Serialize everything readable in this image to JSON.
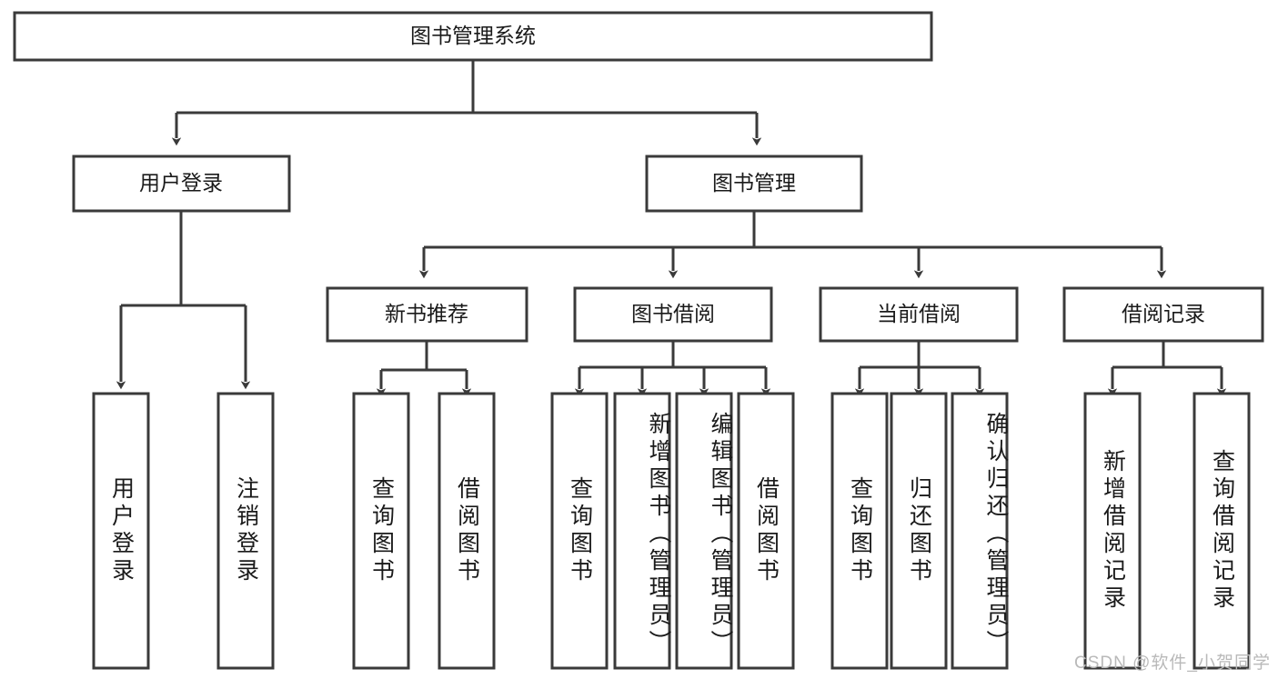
{
  "diagram": {
    "title": "图书管理系统",
    "watermark": "CSDN @软件_小贺同学",
    "stroke_color": "#3a3a3a",
    "text_color": "#1a1a1a",
    "background_color": "#ffffff",
    "root": {
      "label": "图书管理系统"
    },
    "level2": [
      {
        "label": "用户登录"
      },
      {
        "label": "图书管理"
      }
    ],
    "level3": [
      {
        "label": "新书推荐"
      },
      {
        "label": "图书借阅"
      },
      {
        "label": "当前借阅"
      },
      {
        "label": "借阅记录"
      }
    ],
    "leaves": {
      "user_login": [
        {
          "label": "用户登录"
        },
        {
          "label": "注销登录"
        }
      ],
      "new_book_recommend": [
        {
          "label": "查询图书"
        },
        {
          "label": "借阅图书"
        }
      ],
      "book_borrow": [
        {
          "label": "查询图书"
        },
        {
          "label": "新增图书（管理员）"
        },
        {
          "label": "编辑图书（管理员）"
        },
        {
          "label": "借阅图书"
        }
      ],
      "current_borrow": [
        {
          "label": "查询图书"
        },
        {
          "label": "归还图书"
        },
        {
          "label": "确认归还（管理员）"
        }
      ],
      "borrow_record": [
        {
          "label": "新增借阅记录"
        },
        {
          "label": "查询借阅记录"
        }
      ]
    }
  },
  "chart_data": {
    "type": "tree-diagram",
    "title": "图书管理系统",
    "orientation": "top-down",
    "nodes": [
      {
        "id": "root",
        "label": "图书管理系统",
        "level": 1,
        "parent": null
      },
      {
        "id": "user-login",
        "label": "用户登录",
        "level": 2,
        "parent": "root"
      },
      {
        "id": "book-manage",
        "label": "图书管理",
        "level": 2,
        "parent": "root"
      },
      {
        "id": "new-book",
        "label": "新书推荐",
        "level": 3,
        "parent": "book-manage"
      },
      {
        "id": "book-borrow",
        "label": "图书借阅",
        "level": 3,
        "parent": "book-manage"
      },
      {
        "id": "current-borrow",
        "label": "当前借阅",
        "level": 3,
        "parent": "book-manage"
      },
      {
        "id": "borrow-record",
        "label": "借阅记录",
        "level": 3,
        "parent": "book-manage"
      },
      {
        "id": "leaf-user-login",
        "label": "用户登录",
        "level": 3,
        "parent": "user-login"
      },
      {
        "id": "leaf-logout",
        "label": "注销登录",
        "level": 3,
        "parent": "user-login"
      },
      {
        "id": "leaf-nb-query",
        "label": "查询图书",
        "level": 4,
        "parent": "new-book"
      },
      {
        "id": "leaf-nb-borrow",
        "label": "借阅图书",
        "level": 4,
        "parent": "new-book"
      },
      {
        "id": "leaf-bb-query",
        "label": "查询图书",
        "level": 4,
        "parent": "book-borrow"
      },
      {
        "id": "leaf-bb-add",
        "label": "新增图书（管理员）",
        "level": 4,
        "parent": "book-borrow"
      },
      {
        "id": "leaf-bb-edit",
        "label": "编辑图书（管理员）",
        "level": 4,
        "parent": "book-borrow"
      },
      {
        "id": "leaf-bb-borrow",
        "label": "借阅图书",
        "level": 4,
        "parent": "book-borrow"
      },
      {
        "id": "leaf-cb-query",
        "label": "查询图书",
        "level": 4,
        "parent": "current-borrow"
      },
      {
        "id": "leaf-cb-return",
        "label": "归还图书",
        "level": 4,
        "parent": "current-borrow"
      },
      {
        "id": "leaf-cb-confirm",
        "label": "确认归还（管理员）",
        "level": 4,
        "parent": "current-borrow"
      },
      {
        "id": "leaf-br-add",
        "label": "新增借阅记录",
        "level": 4,
        "parent": "borrow-record"
      },
      {
        "id": "leaf-br-query",
        "label": "查询借阅记录",
        "level": 4,
        "parent": "borrow-record"
      }
    ]
  }
}
